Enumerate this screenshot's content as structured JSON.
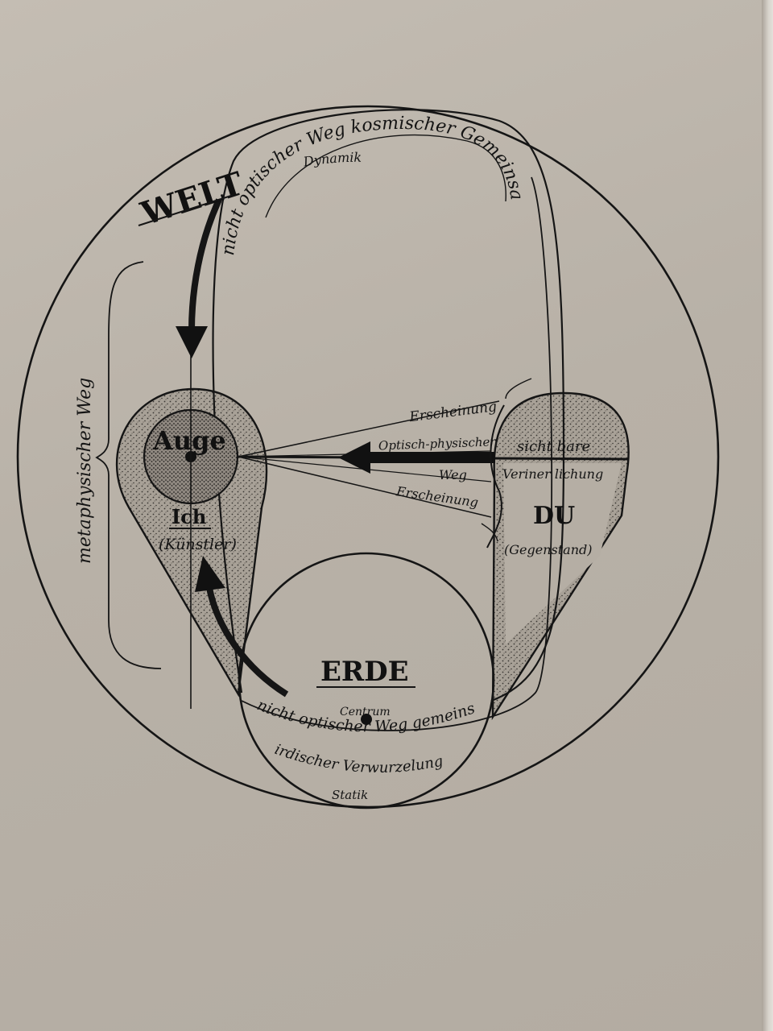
{
  "diagram": {
    "welt": "WELT",
    "upper_path": "nicht optischer Weg kosmischer Gemeinsamkeit",
    "dynamik": "Dynamik",
    "metaphysischer_weg": "metaphysischer Weg",
    "auge": "Auge",
    "ich": "Ich",
    "kuenstler": "(Künstler)",
    "erscheinung_top": "Erscheinung",
    "optisch_physischer": "Optisch-physischer",
    "weg": "Weg",
    "erscheinung_bottom": "Erscheinung",
    "sichtbare": "sicht bare",
    "verinnerlichung": "Veriner lichung",
    "du": "DU",
    "gegenstand": "(Gegenstand)",
    "erde": "ERDE",
    "centrum": "Centrum",
    "lower_path_1": "nicht optischer Weg gemeinsamer",
    "lower_path_2": "irdischer Verwurzelung",
    "statik": "Statik"
  },
  "colors": {
    "ink": "#151515",
    "paper": "#bcb5ab",
    "shade": "#6f6a63"
  }
}
